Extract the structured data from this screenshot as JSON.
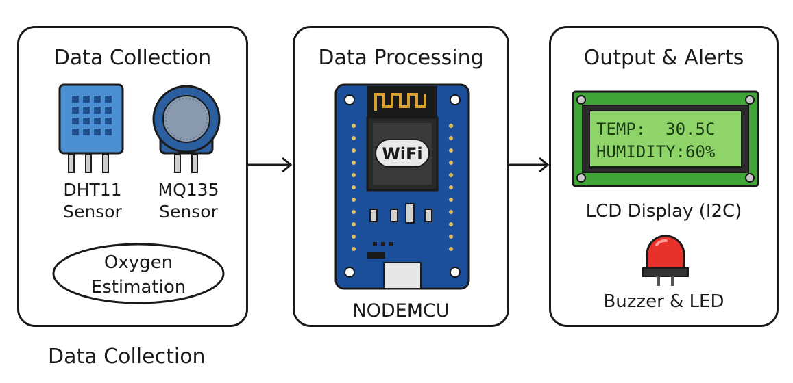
{
  "panels": {
    "collection": {
      "title": "Data Collection",
      "dht11": {
        "line1": "DHT11",
        "line2": "Sensor"
      },
      "mq135": {
        "line1": "MQ135",
        "line2": "Sensor"
      },
      "oxygen": {
        "line1": "Oxygen",
        "line2": "Estimation"
      }
    },
    "processing": {
      "title": "Data Processing",
      "wifi_logo": "WiFi",
      "board_label": "NODEMCU"
    },
    "output": {
      "title": "Output & Alerts",
      "lcd": {
        "line1": "TEMP:  30.5C",
        "line2": "HUMIDITY:60%"
      },
      "lcd_caption": "LCD Display (I2C)",
      "alert_caption": "Buzzer & LED"
    }
  },
  "footer_caption": "Data Collection",
  "colors": {
    "sensor_blue": "#4a8fd1",
    "board_blue": "#1c4f9a",
    "lcd_green": "#3fa535",
    "lcd_screen": "#8ed468",
    "led_red": "#e8312a",
    "outline": "#1a1a1a"
  }
}
